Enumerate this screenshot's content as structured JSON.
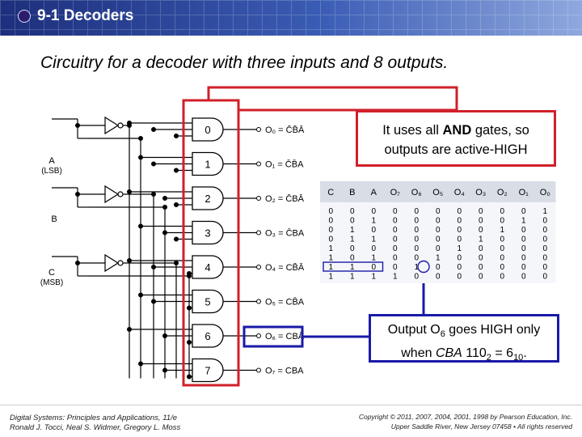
{
  "header": {
    "title": "9-1 Decoders"
  },
  "subtitle": "Circuitry for a decoder with three inputs and 8 outputs.",
  "inputs": {
    "a_label": "A",
    "a_sub": "(LSB)",
    "b_label": "B",
    "c_label": "C",
    "c_sub": "(MSB)"
  },
  "gates": [
    "0",
    "1",
    "2",
    "3",
    "4",
    "5",
    "6",
    "7"
  ],
  "outputs": [
    "O₀ = C̄B̄Ā",
    "O₁ = C̄B̄A",
    "O₂ = C̄BĀ",
    "O₃ = C̄BA",
    "O₄ = CB̄Ā",
    "O₅ = CB̄A",
    "O₆ = CBĀ",
    "O₇ = CBA"
  ],
  "truth_table": {
    "headers": [
      "C",
      "B",
      "A",
      "O₇",
      "O₆",
      "O₅",
      "O₄",
      "O₃",
      "O₂",
      "O₁",
      "O₀"
    ],
    "rows": [
      [
        "0",
        "0",
        "0",
        "0",
        "0",
        "0",
        "0",
        "0",
        "0",
        "0",
        "1"
      ],
      [
        "0",
        "0",
        "1",
        "0",
        "0",
        "0",
        "0",
        "0",
        "0",
        "1",
        "0"
      ],
      [
        "0",
        "1",
        "0",
        "0",
        "0",
        "0",
        "0",
        "0",
        "1",
        "0",
        "0"
      ],
      [
        "0",
        "1",
        "1",
        "0",
        "0",
        "0",
        "0",
        "1",
        "0",
        "0",
        "0"
      ],
      [
        "1",
        "0",
        "0",
        "0",
        "0",
        "0",
        "1",
        "0",
        "0",
        "0",
        "0"
      ],
      [
        "1",
        "0",
        "1",
        "0",
        "0",
        "1",
        "0",
        "0",
        "0",
        "0",
        "0"
      ],
      [
        "1",
        "1",
        "0",
        "0",
        "1",
        "0",
        "0",
        "0",
        "0",
        "0",
        "0"
      ],
      [
        "1",
        "1",
        "1",
        "1",
        "0",
        "0",
        "0",
        "0",
        "0",
        "0",
        "0"
      ]
    ]
  },
  "note_red": {
    "line1_pre": "It uses all ",
    "line1_bold": "AND",
    "line1_post": " gates, so",
    "line2": "outputs are active-HIGH"
  },
  "note_blue": {
    "pre": "Output O",
    "sub": "6",
    "mid": " goes HIGH only",
    "line2_pre": "when ",
    "line2_italic": "CBA",
    "line2_mid": " 110",
    "line2_sub": "2",
    "line2_eq": " = 6",
    "line2_sub2": "10",
    "line2_end": "."
  },
  "footer": {
    "left_line1": "Digital Systems: Principles and Applications, 11/e",
    "left_line2": "Ronald J. Tocci, Neal S. Widmer, Gregory L. Moss",
    "right_line1": "Copyright © 2011, 2007, 2004, 2001, 1998 by Pearson Education, Inc.",
    "right_line2": "Upper Saddle River, New Jersey 07458 • All rights reserved"
  },
  "colors": {
    "highlight_red": "#d0202a",
    "highlight_blue": "#1a1aa8",
    "header_blue": "#2b4aa0"
  }
}
